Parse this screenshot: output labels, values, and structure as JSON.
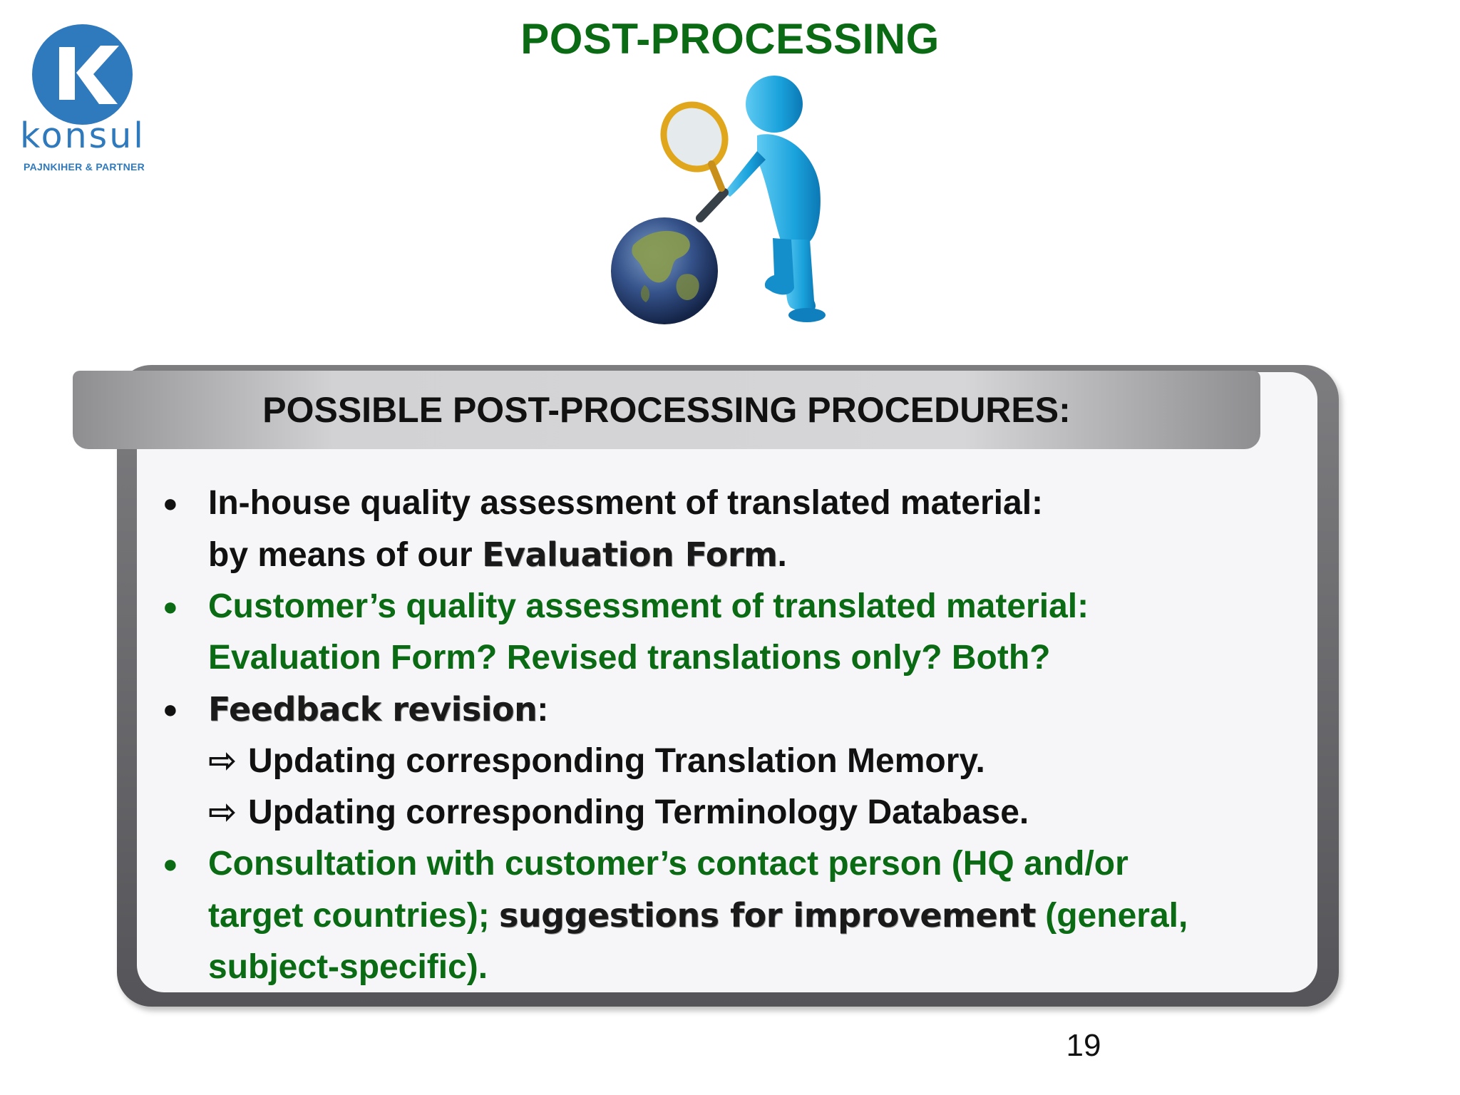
{
  "slide": {
    "title": "POST-PROCESSING",
    "page_number": "19"
  },
  "logo": {
    "name": "konsul",
    "subtitle": "PAJNKIHER & PARTNER",
    "color": "#2f79bd",
    "icon": "k-letter-circle-logo"
  },
  "illustration": {
    "icon": "figure-with-magnifying-glass-and-globe"
  },
  "panel": {
    "header": "POSSIBLE POST-PROCESSING PROCEDURES:",
    "bullets": [
      {
        "line1": "In-house quality assessment of translated material:",
        "line2_prefix": "by means of our ",
        "line2_emph": "Evaluation Form",
        "line2_suffix": "."
      },
      {
        "line1": "Customer’s quality assessment of translated material:",
        "line2": "Evaluation Form? Revised translations only? Both?"
      },
      {
        "emph": "Feedback revision",
        "suffix": ":",
        "sub_items": [
          "Updating corresponding Translation Memory.",
          "Updating corresponding Terminology Database."
        ]
      },
      {
        "line1": "Consultation with customer’s contact person (HQ and/or",
        "line2_prefix": "target countries); ",
        "line2_emph": "suggestions for improvement",
        "line2_suffix": " (general,",
        "line3": "subject-specific)."
      }
    ],
    "colors": {
      "green": "#0b6b14",
      "black": "#111111"
    }
  }
}
